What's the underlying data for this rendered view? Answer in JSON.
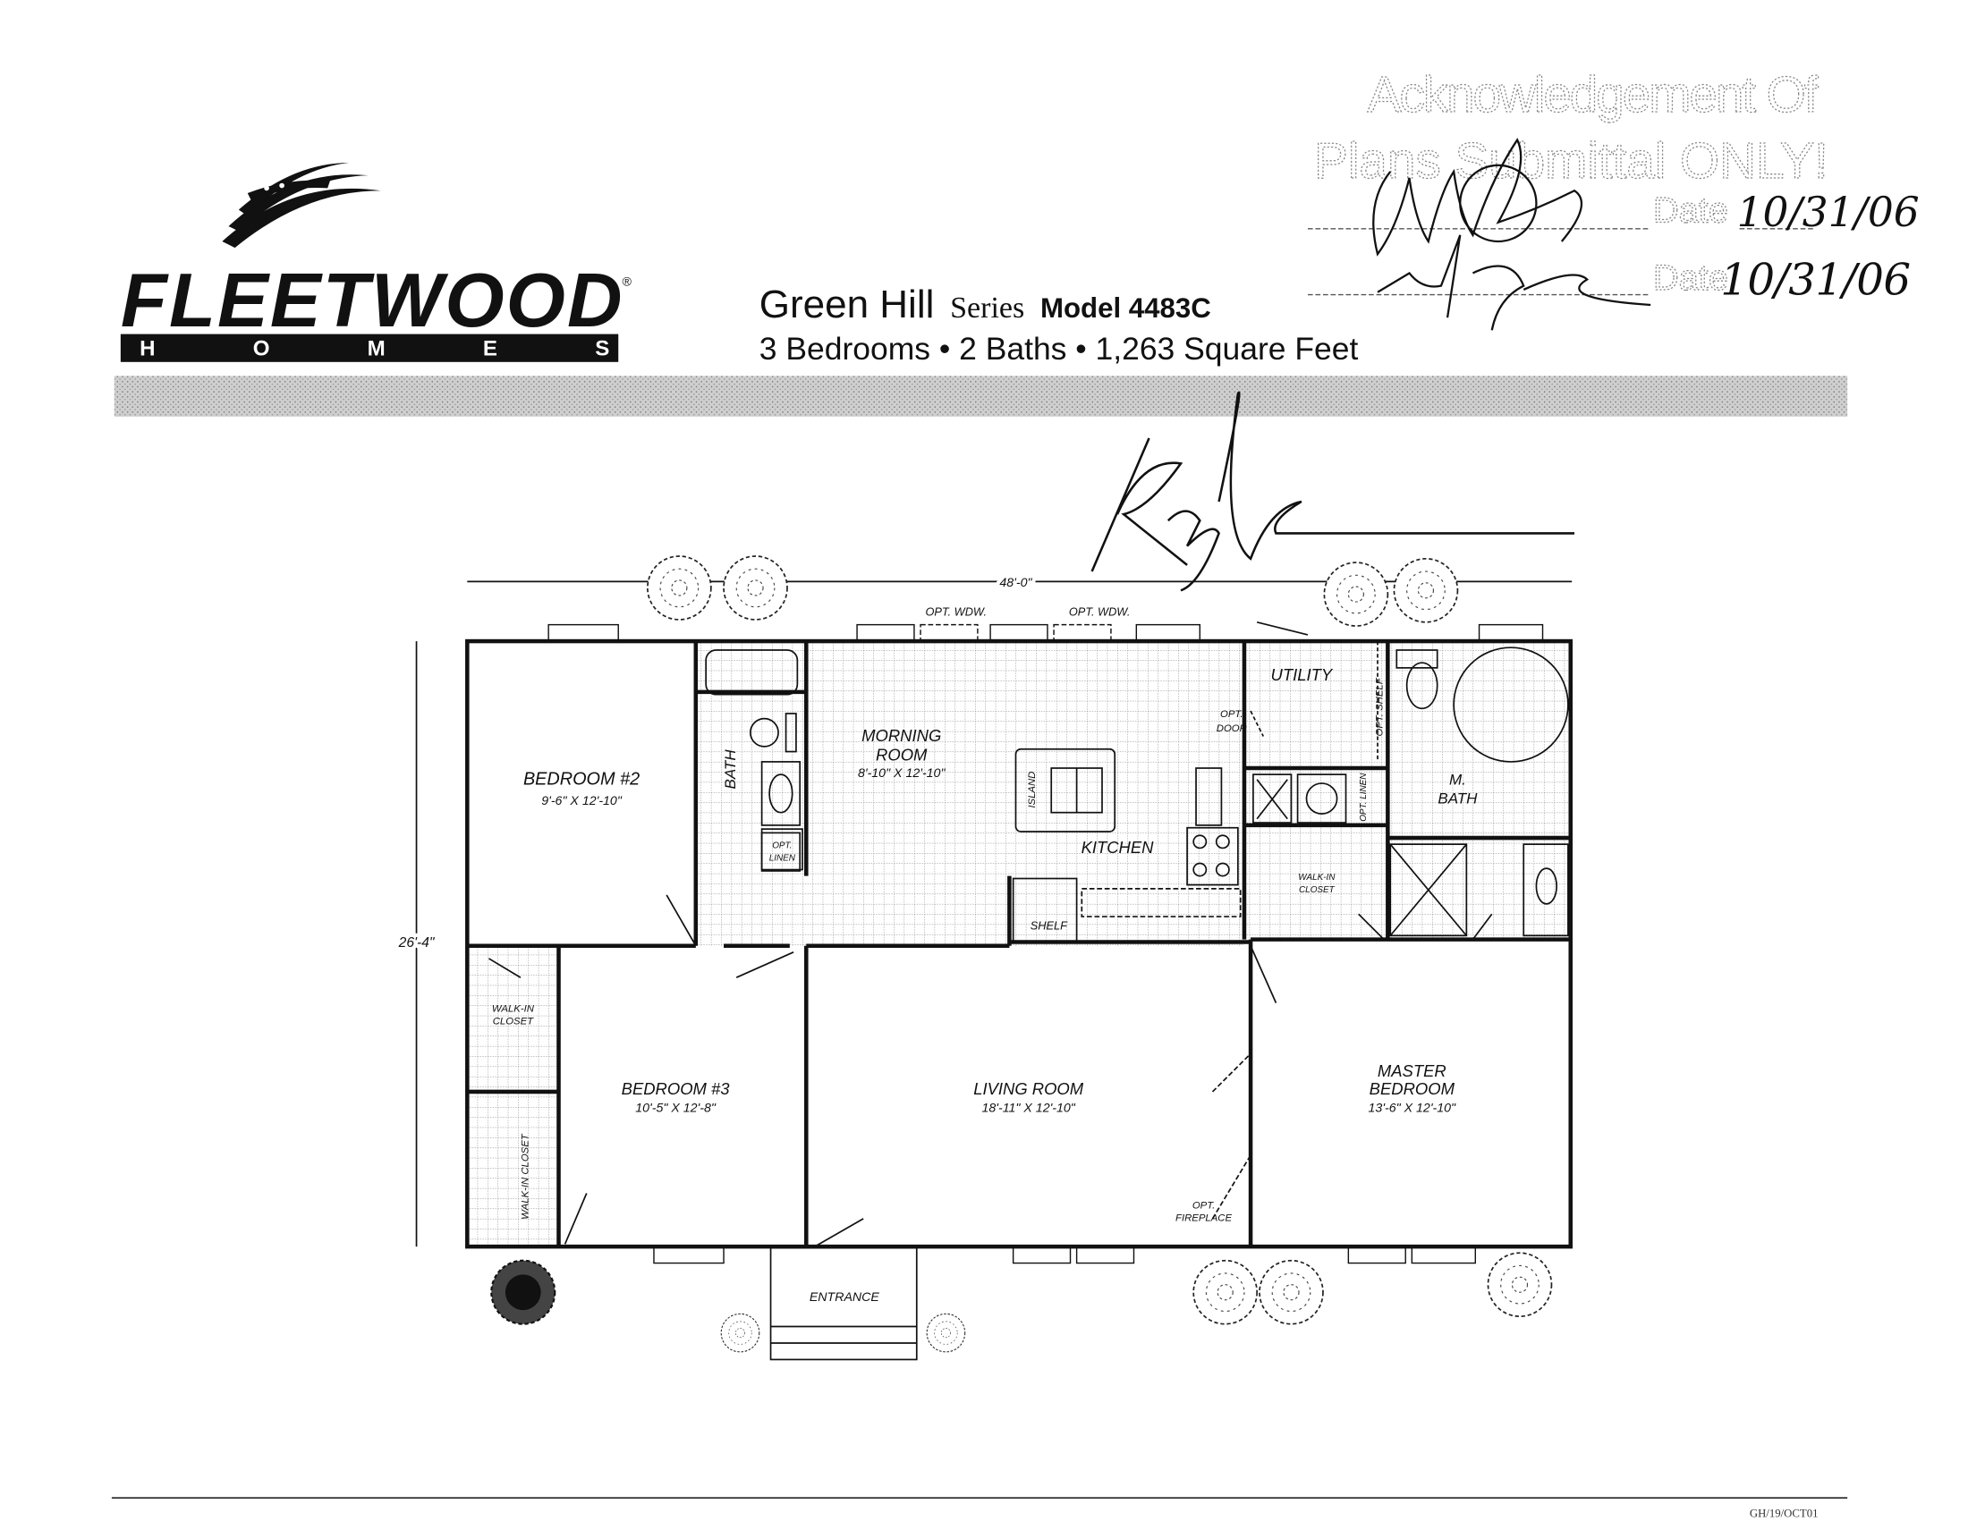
{
  "logo": {
    "brand": "FLEETWOOD",
    "sub": "H O M E S",
    "registered": "®"
  },
  "header": {
    "series_name": "Green Hill",
    "series_word": "Series",
    "model": "Model 4483C",
    "specs": "3 Bedrooms • 2 Baths • 1,263 Square Feet"
  },
  "stamp": {
    "line1": "Acknowledgement Of",
    "line2": "Plans Submittal ONLY!",
    "date_label_1": "Date",
    "date_value_1": "10/31/06",
    "date_label_2": "Date",
    "date_value_2": "10/31/06"
  },
  "plan": {
    "width_dim": "48'-0\"",
    "depth_dim": "26'-4\"",
    "opt_window_1": "OPT. WDW.",
    "opt_window_2": "OPT. WDW.",
    "rooms": {
      "bedroom2": {
        "name": "BEDROOM #2",
        "size": "9'-6\" X 12'-10\""
      },
      "bath": {
        "name": "BATH"
      },
      "opt_linen_bath": {
        "name_1": "OPT.",
        "name_2": "LINEN"
      },
      "morning": {
        "name_1": "MORNING",
        "name_2": "ROOM",
        "size": "8'-10\" X 12'-10\""
      },
      "island": {
        "name": "ISLAND"
      },
      "kitchen": {
        "name": "KITCHEN"
      },
      "shelf": {
        "name": "SHELF"
      },
      "utility": {
        "name": "UTILITY"
      },
      "opt_door": {
        "name_1": "OPT.",
        "name_2": "DOOR"
      },
      "opt_shelf": {
        "name": "OPT. SHELF"
      },
      "opt_linen_mb": {
        "name": "OPT. LINEN"
      },
      "mbath": {
        "name_1": "M.",
        "name_2": "BATH"
      },
      "walkin_master": {
        "name_1": "WALK-IN",
        "name_2": "CLOSET"
      },
      "walkin_1": {
        "name_1": "WALK-IN",
        "name_2": "CLOSET"
      },
      "walkin_2": {
        "name": "WALK-IN CLOSET"
      },
      "bedroom3": {
        "name": "BEDROOM #3",
        "size": "10'-5\" X 12'-8\""
      },
      "living": {
        "name": "LIVING ROOM",
        "size": "18'-11\" X 12'-10\""
      },
      "master": {
        "name_1": "MASTER",
        "name_2": "BEDROOM",
        "size": "13'-6\" X 12'-10\""
      },
      "fireplace": {
        "name_1": "OPT.",
        "name_2": "FIREPLACE"
      },
      "entrance": {
        "name": "ENTRANCE"
      }
    }
  },
  "footer": {
    "code": "GH/19/OCT01"
  }
}
